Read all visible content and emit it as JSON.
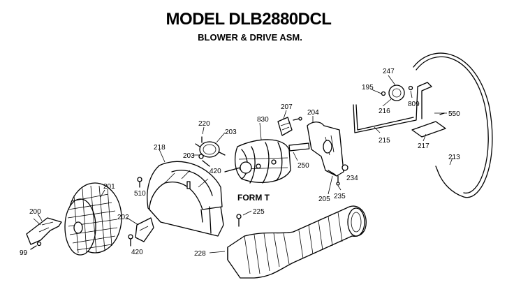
{
  "header": {
    "title": "MODEL DLB2880DCL",
    "subtitle": "BLOWER & DRIVE ASM."
  },
  "form_label": "FORM T",
  "parts": [
    {
      "id": "part-99",
      "label": "99"
    },
    {
      "id": "part-200",
      "label": "200"
    },
    {
      "id": "part-201",
      "label": "201"
    },
    {
      "id": "part-202",
      "label": "202"
    },
    {
      "id": "part-420a",
      "label": "420"
    },
    {
      "id": "part-510",
      "label": "510"
    },
    {
      "id": "part-218",
      "label": "218"
    },
    {
      "id": "part-220",
      "label": "220"
    },
    {
      "id": "part-203a",
      "label": "203"
    },
    {
      "id": "part-203b",
      "label": "203"
    },
    {
      "id": "part-420b",
      "label": "420"
    },
    {
      "id": "part-830",
      "label": "830"
    },
    {
      "id": "part-250",
      "label": "250"
    },
    {
      "id": "part-207",
      "label": "207"
    },
    {
      "id": "part-204",
      "label": "204"
    },
    {
      "id": "part-205",
      "label": "205"
    },
    {
      "id": "part-235",
      "label": "235"
    },
    {
      "id": "part-234",
      "label": "234"
    },
    {
      "id": "part-225",
      "label": "225"
    },
    {
      "id": "part-228",
      "label": "228"
    },
    {
      "id": "part-247",
      "label": "247"
    },
    {
      "id": "part-195",
      "label": "195"
    },
    {
      "id": "part-809",
      "label": "809"
    },
    {
      "id": "part-216",
      "label": "216"
    },
    {
      "id": "part-215",
      "label": "215"
    },
    {
      "id": "part-550",
      "label": "550"
    },
    {
      "id": "part-217",
      "label": "217"
    },
    {
      "id": "part-213",
      "label": "213"
    }
  ]
}
